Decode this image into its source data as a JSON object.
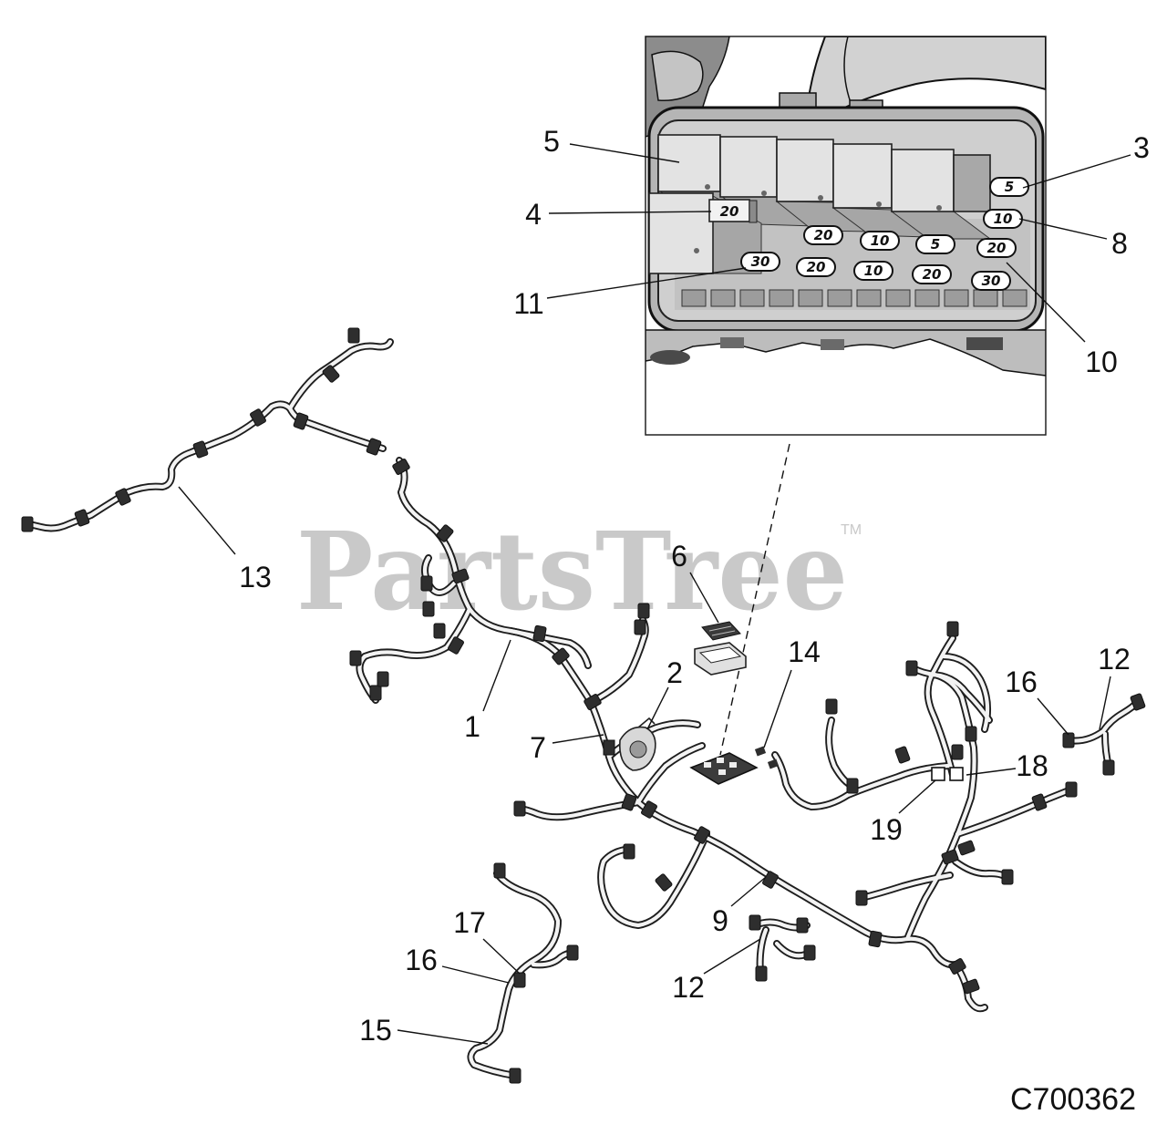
{
  "watermark": {
    "text": "PartsTree",
    "trademark": "TM"
  },
  "diagram_code": "C700362",
  "inset": {
    "callouts": [
      "5",
      "3",
      "4",
      "8",
      "11",
      "10"
    ],
    "fuses": [
      "5",
      "20",
      "10",
      "20",
      "10",
      "5",
      "20",
      "30",
      "20",
      "10",
      "20",
      "30"
    ]
  },
  "callouts": [
    "13",
    "6",
    "14",
    "2",
    "12",
    "16",
    "1",
    "7",
    "18",
    "19",
    "9",
    "17",
    "16",
    "12",
    "15"
  ]
}
